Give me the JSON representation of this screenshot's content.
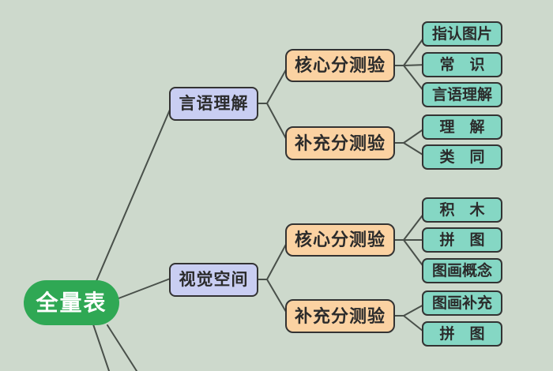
{
  "diagram": {
    "root": {
      "label": "全量表"
    },
    "branches": [
      {
        "label": "言语理解",
        "groups": [
          {
            "label": "核心分测验",
            "children": [
              "指认图片",
              "常　识",
              "言语理解"
            ]
          },
          {
            "label": "补充分测验",
            "children": [
              "理　解",
              "类　同"
            ]
          }
        ]
      },
      {
        "label": "视觉空间",
        "groups": [
          {
            "label": "核心分测验",
            "children": [
              "积　木",
              "拼　图",
              "图画概念"
            ]
          },
          {
            "label": "补充分测验",
            "children": [
              "图画补充",
              "拼　图"
            ]
          }
        ]
      }
    ]
  },
  "colors": {
    "background": "#cdd9cc",
    "root_fill": "#2fa854",
    "root_text": "#ffffff",
    "branch_fill": "#c9cef2",
    "group_fill": "#fbd2a2",
    "leaf_fill": "#85d7c4",
    "node_border": "#333333",
    "node_text": "#2b2b2b",
    "line": "#49504a"
  }
}
